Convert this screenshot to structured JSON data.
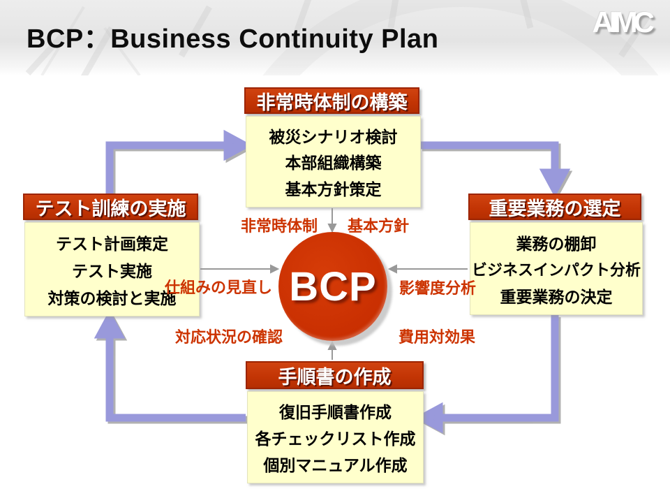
{
  "title": "BCP：Business Continuity Plan",
  "logo": "AIMC",
  "center": {
    "label": "BCP"
  },
  "boxes": {
    "top": {
      "header": "非常時体制の構築",
      "items": [
        "被災シナリオ検討",
        "本部組織構築",
        "基本方針策定"
      ]
    },
    "right": {
      "header": "重要業務の選定",
      "items": [
        "業務の棚卸",
        "ビジネスインパクト分析",
        "重要業務の決定"
      ]
    },
    "bottom": {
      "header": "手順書の作成",
      "items": [
        "復旧手順書作成",
        "各チェックリスト作成",
        "個別マニュアル作成"
      ]
    },
    "left": {
      "header": "テスト訓練の実施",
      "items": [
        "テスト計画策定",
        "テスト実施",
        "対策の検討と実施"
      ]
    }
  },
  "labels": {
    "top_left": "非常時体制",
    "top_right": "基本方針",
    "right": "影響度分析",
    "bottom_right": "費用対効果",
    "bottom_left": "対応状況の確認",
    "left": "仕組みの見直し"
  },
  "colors": {
    "accent_red": "#cc3300",
    "box_fill": "#ffffcc",
    "header_red": "#c23404",
    "cycle_arrow_blue": "#9999db",
    "connector_gray": "#999999"
  }
}
